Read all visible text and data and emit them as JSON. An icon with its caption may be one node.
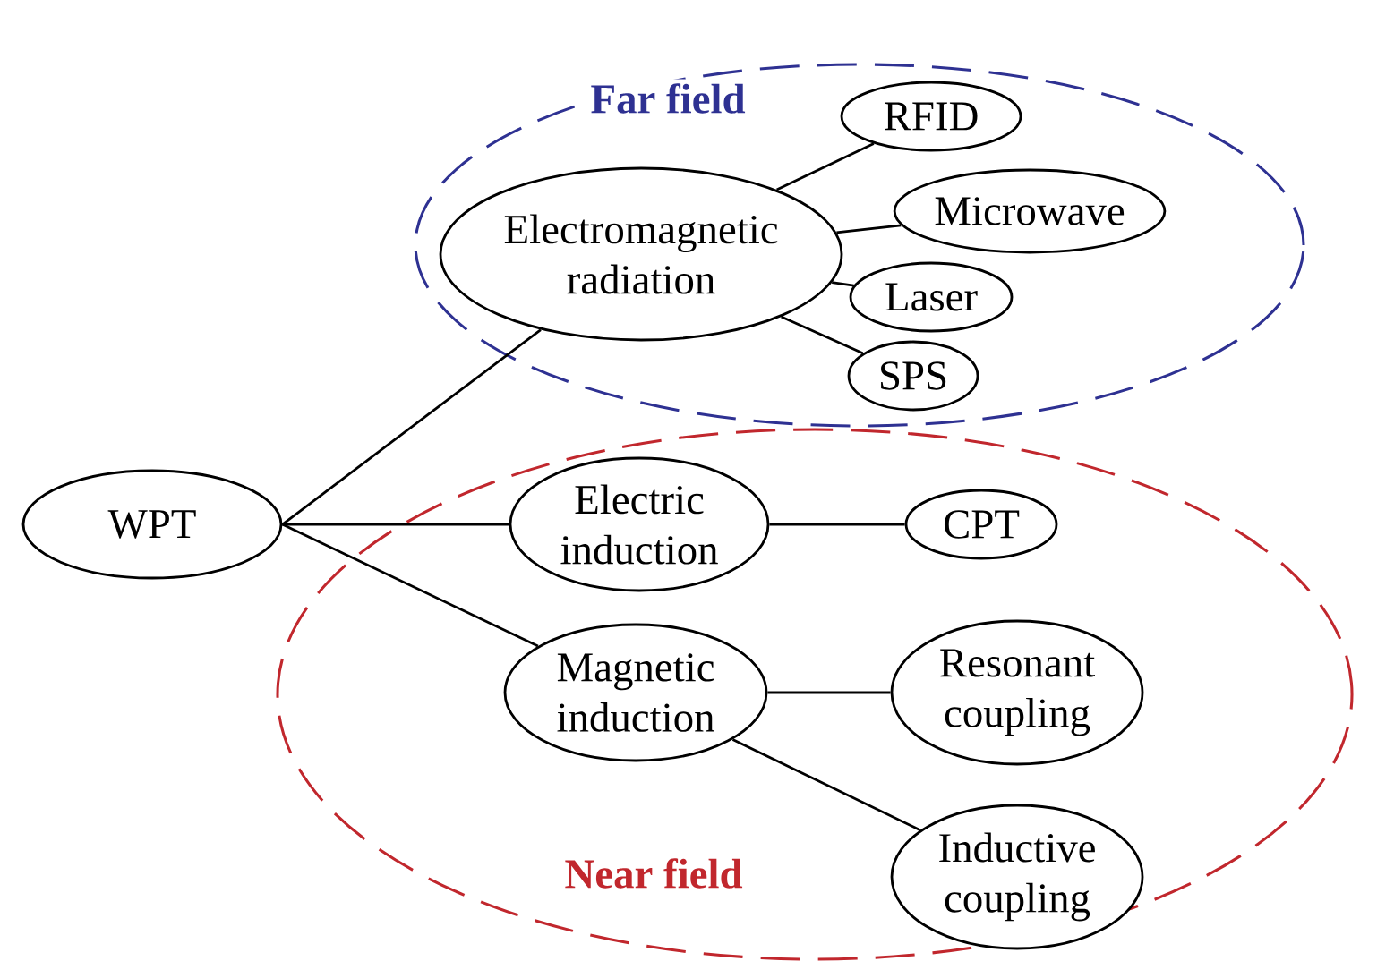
{
  "diagram": {
    "nodes": [
      {
        "text": [
          "Far field"
        ]
      },
      {
        "text": [
          "Near field"
        ]
      },
      {
        "text": [
          "WPT"
        ]
      },
      {
        "text": [
          "Electromagnetic radiation"
        ],
        "in": 0
      },
      {
        "text": [
          "RFID"
        ],
        "in": 0
      },
      {
        "text": [
          "Microwave"
        ],
        "in": 0
      },
      {
        "text": [
          "Laser"
        ],
        "in": 0
      },
      {
        "text": [
          "SPS"
        ],
        "in": 0
      },
      {
        "text": [
          "Electric induction"
        ],
        "in": 1
      },
      {
        "text": [
          "CPT"
        ],
        "in": 1
      },
      {
        "text": [
          "Magnetic induction"
        ],
        "in": 1
      },
      {
        "text": [
          "Resonant coupling"
        ],
        "in": 1
      },
      {
        "text": [
          "Inductive coupling"
        ],
        "in": 1
      }
    ],
    "edges": [
      {
        "from": 2,
        "to": 3,
        "arrow": "none"
      },
      {
        "from": 2,
        "to": 8,
        "arrow": "none"
      },
      {
        "from": 2,
        "to": 10,
        "arrow": "none"
      },
      {
        "from": 3,
        "to": 4,
        "arrow": "none"
      },
      {
        "from": 3,
        "to": 5,
        "arrow": "none"
      },
      {
        "from": 3,
        "to": 6,
        "arrow": "none"
      },
      {
        "from": 3,
        "to": 7,
        "arrow": "none"
      },
      {
        "from": 8,
        "to": 9,
        "arrow": "none"
      },
      {
        "from": 10,
        "to": 11,
        "arrow": "none"
      },
      {
        "from": 10,
        "to": 12,
        "arrow": "none"
      }
    ]
  }
}
